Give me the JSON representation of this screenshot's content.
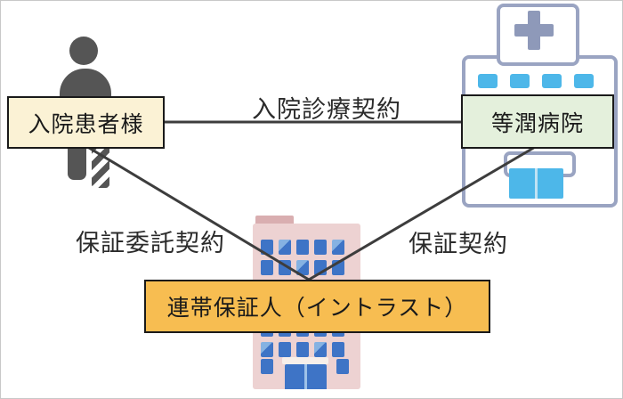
{
  "diagram": {
    "title": "hospital-guarantee-contract-diagram",
    "nodes": [
      {
        "id": "patient",
        "label": "入院患者様",
        "bg": "#FBF2D5",
        "border": "#1a1a1a"
      },
      {
        "id": "hospital",
        "label": "等潤病院",
        "bg": "#E4F0DC",
        "border": "#1a1a1a"
      },
      {
        "id": "guarantor",
        "label": "連帯保証人（イントラスト）",
        "bg": "#F7BD51",
        "border": "#1a1a1a"
      }
    ],
    "edges": [
      {
        "from": "patient",
        "to": "hospital",
        "label": "入院診療契約"
      },
      {
        "from": "patient",
        "to": "guarantor",
        "label": "保証委託契約"
      },
      {
        "from": "hospital",
        "to": "guarantor",
        "label": "保証契約"
      }
    ],
    "icons": [
      {
        "name": "patient-with-leg-cast-icon",
        "color": "#555555"
      },
      {
        "name": "hospital-building-icon",
        "outline": "#9AA4C2",
        "cross": "#8E99B9",
        "window": "#4DB7E9"
      },
      {
        "name": "office-building-icon",
        "wall": "#EDD2D2",
        "roof": "#D9AEB0",
        "window": "#3E74C6"
      }
    ],
    "colors": {
      "background": "#ffffff",
      "line": "#3D3D3D",
      "text": "#1a1a1a"
    }
  }
}
